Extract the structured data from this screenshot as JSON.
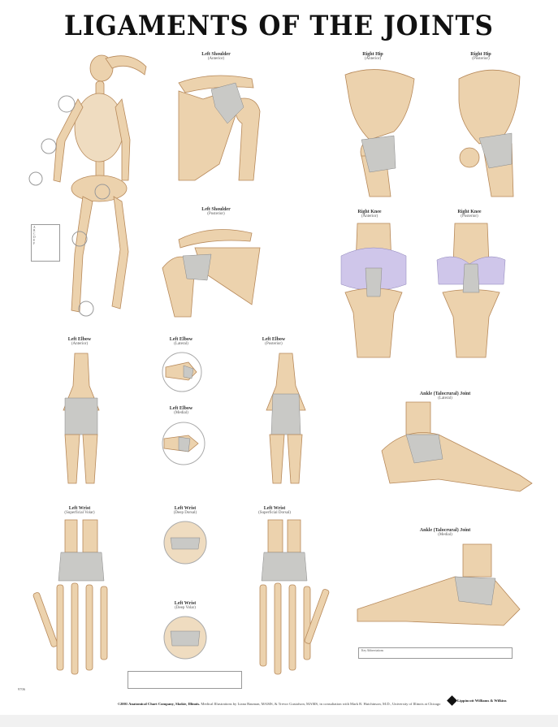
{
  "title": "LIGAMENTS OF THE JOINTS",
  "panels": {
    "shoulder_ant": {
      "title": "Left Shoulder",
      "view": "(Anterior)"
    },
    "hip_ant": {
      "title": "Right Hip",
      "view": "(Anterior)"
    },
    "hip_post": {
      "title": "Right Hip",
      "view": "(Posterior)"
    },
    "shoulder_post": {
      "title": "Left Shoulder",
      "view": "(Posterior)"
    },
    "knee_ant": {
      "title": "Right Knee",
      "view": "(Anterior)"
    },
    "knee_post": {
      "title": "Right Knee",
      "view": "(Posterior)"
    },
    "elbow_ant": {
      "title": "Left Elbow",
      "view": "(Anterior)"
    },
    "elbow_lat": {
      "title": "Left Elbow",
      "view": "(Lateral)"
    },
    "elbow_med": {
      "title": "Left Elbow",
      "view": "(Medial)"
    },
    "elbow_post": {
      "title": "Left Elbow",
      "view": "(Posterior)"
    },
    "ankle_lat": {
      "title": "Ankle (Talocrural) Joint",
      "view": "(Lateral)"
    },
    "ankle_med": {
      "title": "Ankle (Talocrural) Joint",
      "view": "(Medial)"
    },
    "wrist_sv": {
      "title": "Left Wrist",
      "view": "(Superficial Volar)"
    },
    "wrist_dd": {
      "title": "Left Wrist",
      "view": "(Deep Dorsal)"
    },
    "wrist_dv": {
      "title": "Left Wrist",
      "view": "(Deep Volar)"
    },
    "wrist_sd": {
      "title": "Left Wrist",
      "view": "(Superficial Dorsal)"
    }
  },
  "legend_skeleton": [
    "A",
    "B",
    "C",
    "D",
    "E",
    "F"
  ],
  "abbreviations_title": "Key Abbreviations",
  "footer": {
    "copyright": "©2001 Anatomical Chart Company, Skokie, Illinois.",
    "credits": "Medical Illustrations by Liana Bauman, MAMS, & Trevor Gustafson, MAMS, in consultation with Mark R. Hutchinson, M.D., University of Illinois at Chicago",
    "publisher": "Lippincott Williams & Wilkins",
    "code": "9706"
  },
  "colors": {
    "bone": "#ecd2ad",
    "ligament": "#c9c9c6",
    "cartilage": "#cfc6ea",
    "title": "#111111"
  }
}
